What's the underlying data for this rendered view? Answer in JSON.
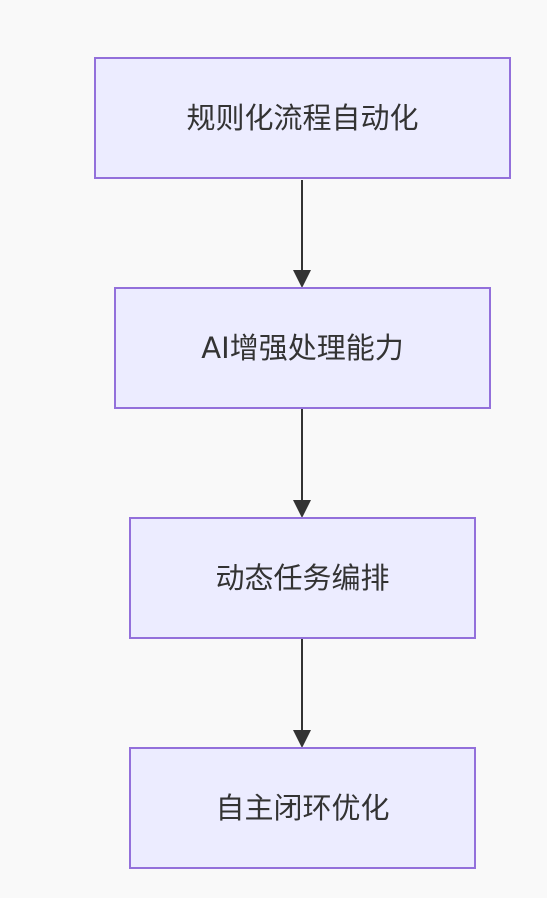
{
  "diagram": {
    "type": "flowchart",
    "direction": "top-to-bottom",
    "colors": {
      "background": "#f9f9f9",
      "node_fill": "#ececff",
      "node_border": "#9370db",
      "edge": "#333333",
      "text": "#333333"
    },
    "nodes": [
      {
        "label": "规则化流程自动化"
      },
      {
        "label": "AI增强处理能力"
      },
      {
        "label": "动态任务编排"
      },
      {
        "label": "自主闭环优化"
      }
    ],
    "edges": [
      {
        "from": 0,
        "to": 1
      },
      {
        "from": 1,
        "to": 2
      },
      {
        "from": 2,
        "to": 3
      }
    ]
  }
}
